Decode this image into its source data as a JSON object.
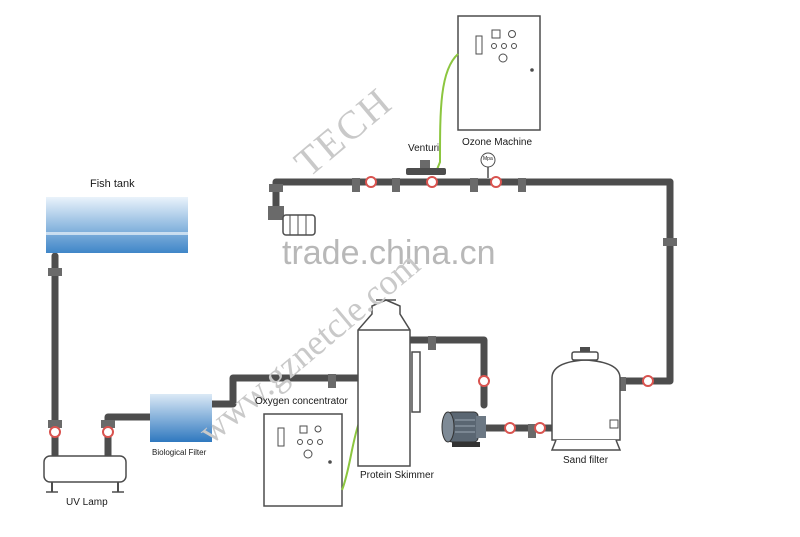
{
  "labels": {
    "fish_tank": "Fish tank",
    "venturi": "Venturi",
    "ozone_machine": "Ozone Machine",
    "oxygen_concentrator": "Oxygen concentrator",
    "biological_filter": "Biological Filter",
    "protein_skimmer": "Protein Skimmer",
    "sand_filter": "Sand filter",
    "uv_lamp": "UV Lamp",
    "gauge": "Mpa"
  },
  "watermarks": {
    "tech": "TECH",
    "trade": "trade.china.cn",
    "site": "www.gznetcle.com"
  },
  "colors": {
    "pipe": "#4d4d4d",
    "valve": "#d9534f",
    "tube": "#8cc63f",
    "water_top": "#eaf3fb",
    "water_bottom": "#3f86c8"
  }
}
